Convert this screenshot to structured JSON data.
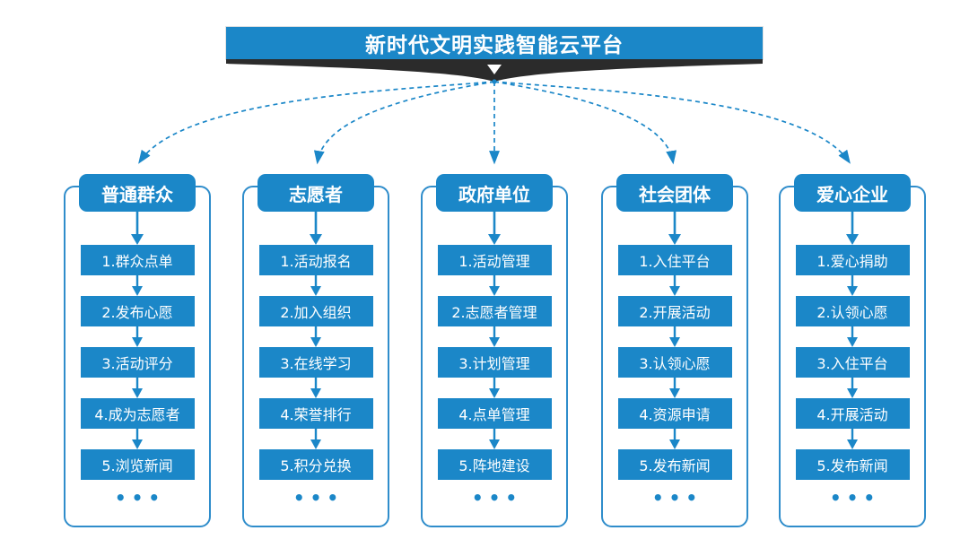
{
  "banner": {
    "title": "新时代文明实践智能云平台"
  },
  "colors": {
    "primary": "#1b87c8",
    "outline": "#2f8dcb",
    "wedge_dark": "#2b2b2b",
    "text_on_blue": "#ffffff"
  },
  "icons": {
    "wedge_arrow": "white-down-triangle",
    "connector_style": "dashed-curved-arrows",
    "step_connector": "solid-down-arrow"
  },
  "columns": [
    {
      "title": "普通群众",
      "steps": [
        "1.群众点单",
        "2.发布心愿",
        "3.活动评分",
        "4.成为志愿者",
        "5.浏览新闻"
      ],
      "more": "•••"
    },
    {
      "title": "志愿者",
      "steps": [
        "1.活动报名",
        "2.加入组织",
        "3.在线学习",
        "4.荣誉排行",
        "5.积分兑换"
      ],
      "more": "•••"
    },
    {
      "title": "政府单位",
      "steps": [
        "1.活动管理",
        "2.志愿者管理",
        "3.计划管理",
        "4.点单管理",
        "5.阵地建设"
      ],
      "more": "•••"
    },
    {
      "title": "社会团体",
      "steps": [
        "1.入住平台",
        "2.开展活动",
        "3.认领心愿",
        "4.资源申请",
        "5.发布新闻"
      ],
      "more": "•••"
    },
    {
      "title": "爱心企业",
      "steps": [
        "1.爱心捐助",
        "2.认领心愿",
        "3.入住平台",
        "4.开展活动",
        "5.发布新闻"
      ],
      "more": "•••"
    }
  ]
}
